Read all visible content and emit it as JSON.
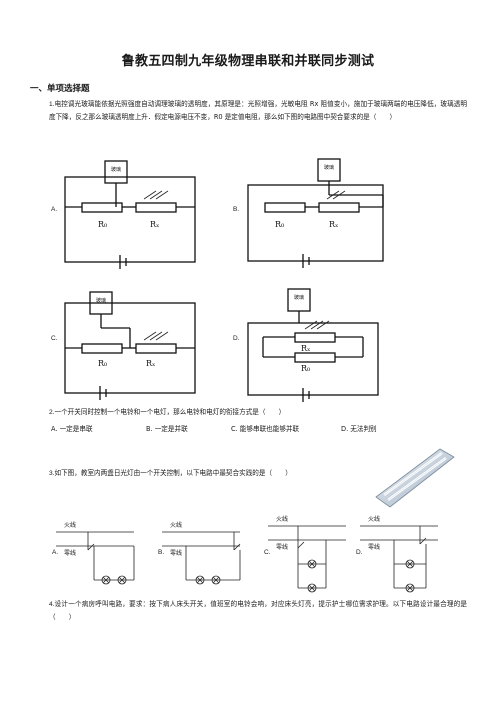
{
  "title": "鲁教五四制九年级物理串联和并联同步测试",
  "section": "一、单项选择题",
  "q1": {
    "number": "1.",
    "text": "电控调光玻璃能依据光照强度自动调理玻璃的透明度，其原理是：光照增强，光敏电阻 Rx 阻值变小，施加于玻璃两端的电压降低，玻璃透明度下降，反之那么玻璃透明度上升．假定电源电压不变，R0 是定值电阻，那么如下图的电路图中契合要求的是（　　）",
    "options": [
      "A.",
      "B.",
      "C.",
      "D."
    ],
    "glass_label": "玻璃",
    "r0_label": "R₀",
    "rx_label": "Rₓ"
  },
  "q2": {
    "number": "2.",
    "text": "一个开关同时控制一个电铃和一个电灯，那么电铃和电灯的衔接方式是（　　）",
    "options": [
      "A. 一定是串联",
      "B. 一定是并联",
      "C. 能够串联也能够并联",
      "D. 无法判别"
    ]
  },
  "q3": {
    "number": "3.",
    "text": "如下图，教室内两盏日光灯由一个开关控制，以下电路中最契合实践的是（　　）",
    "options": [
      "A.",
      "B.",
      "C.",
      "D."
    ],
    "live_label": "火线",
    "neutral_label": "零线"
  },
  "q4": {
    "number": "4.",
    "text": "设计一个病房呼叫电路，要求：按下病人床头开关，值班室的电铃会响，对应床头灯亮，提示护士哪位需求护理。以下电路设计最合理的是（　　）"
  }
}
